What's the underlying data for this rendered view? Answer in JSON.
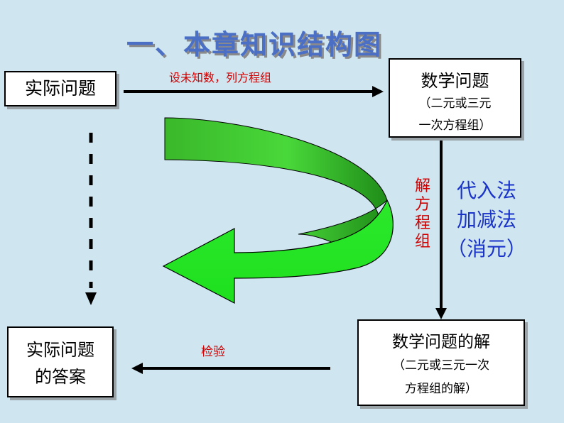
{
  "title": "一、本章知识结构图",
  "nodes": {
    "actual_problem": "实际问题",
    "math_problem": {
      "main": "数学问题",
      "sub_line1": "（二元或三元",
      "sub_line2": "一次方程组）"
    },
    "math_solution": {
      "main": "数学问题的解",
      "sub_line1": "（二元或三元一次",
      "sub_line2": "方程组的解）"
    },
    "actual_answer": {
      "line1": "实际问题",
      "line2": "的答案"
    }
  },
  "edges": {
    "setup_label": "设未知数，列方程组",
    "solve_label": "解方程组",
    "check_label": "检验"
  },
  "methods": {
    "line1": "代入法",
    "line2": "加减法",
    "line3": "（消元）"
  },
  "colors": {
    "background": "#cfe6f1",
    "edge_label": "#d00000",
    "method_text": "#1a33c8",
    "curved_arrow": "#22ee22",
    "title": "#4a6fc4"
  }
}
